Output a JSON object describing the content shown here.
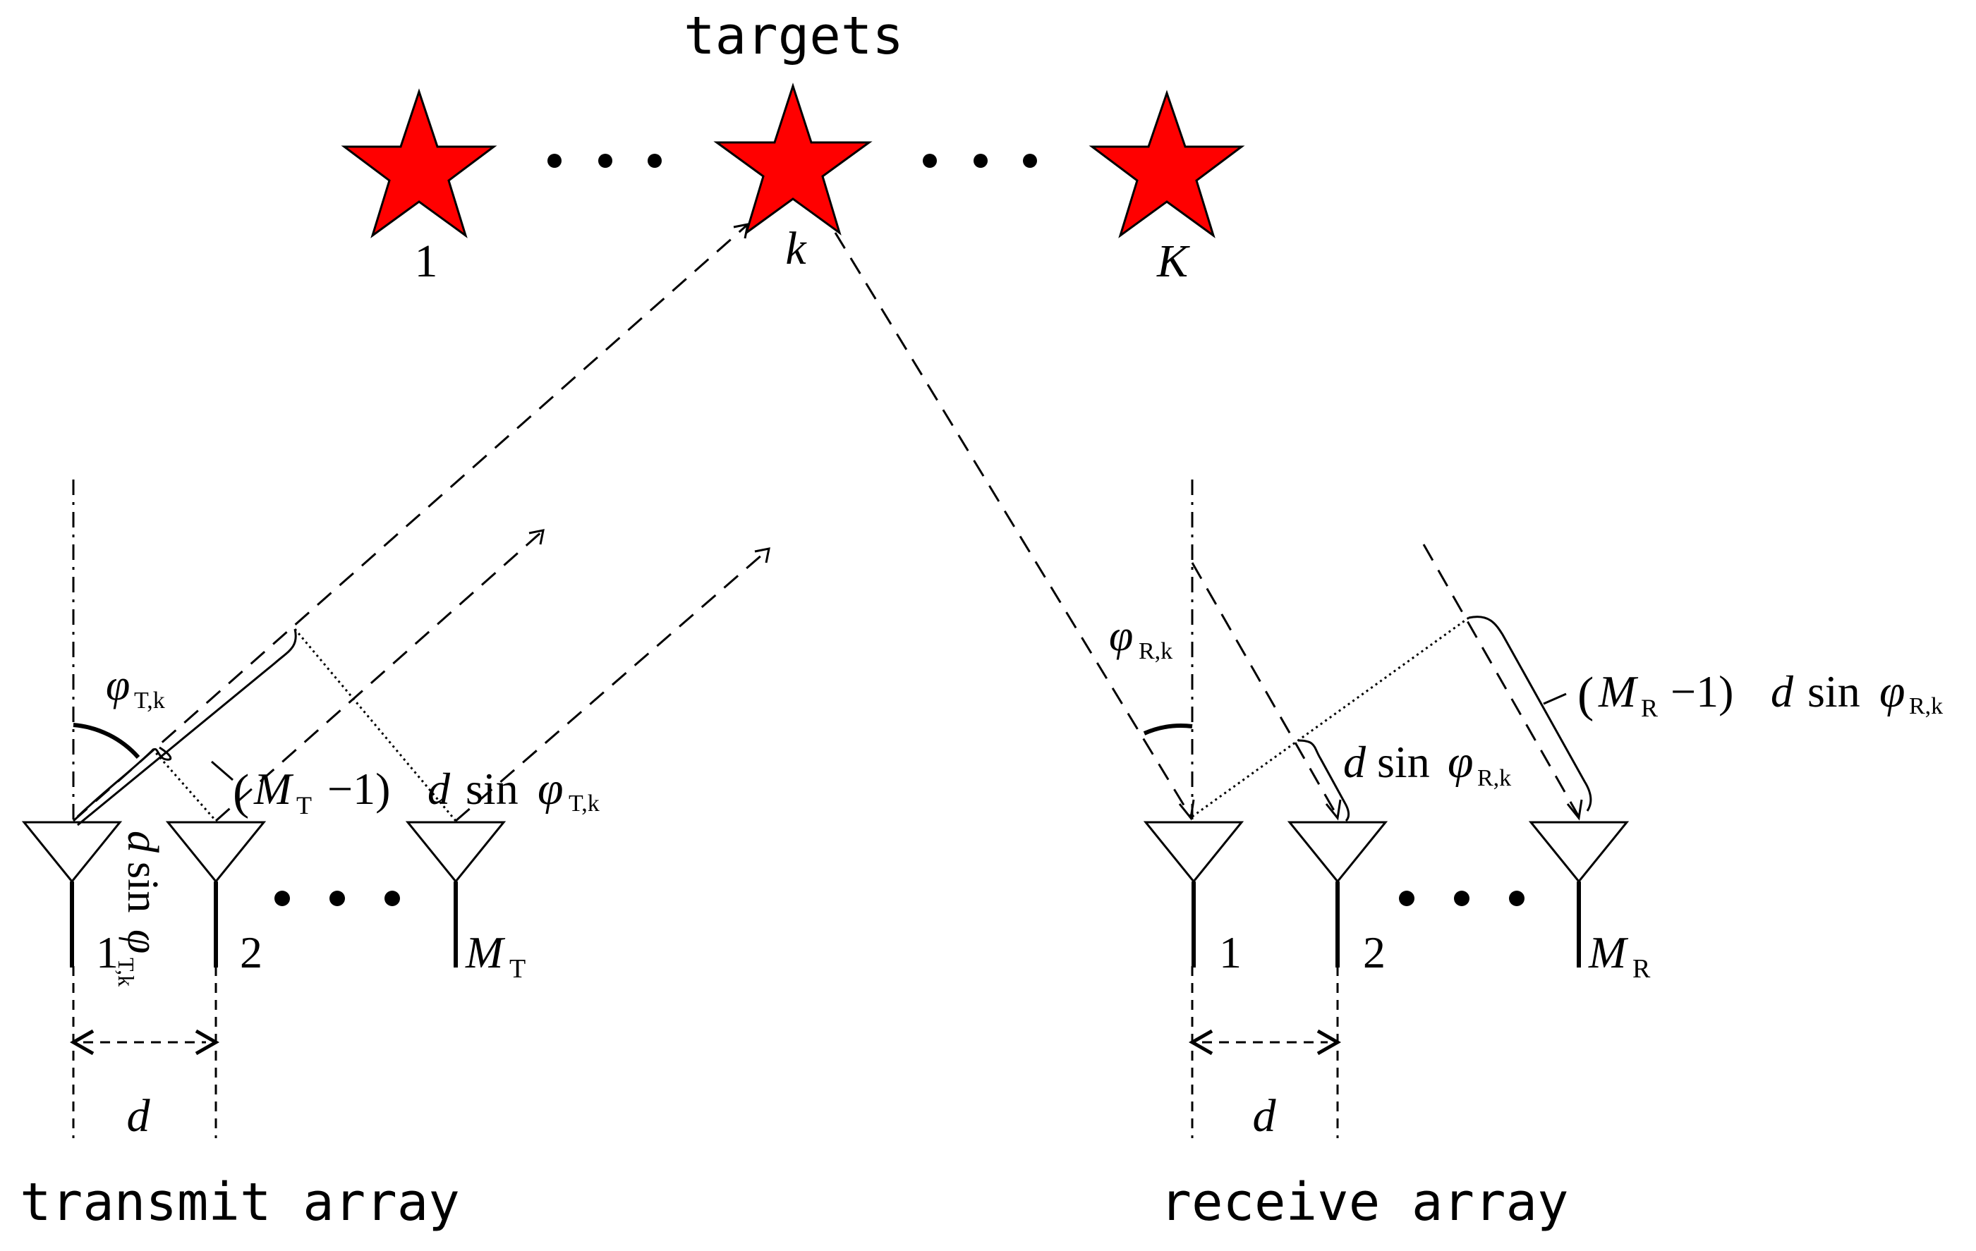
{
  "labels": {
    "targets": "targets",
    "target_1": "1",
    "target_k": "k",
    "target_K": "K",
    "tx_title": "transmit array",
    "rx_title": "receive array",
    "tx_idx_1": "1",
    "tx_idx_2": "2",
    "tx_idx_M": "M",
    "tx_idx_M_sub": "T",
    "rx_idx_1": "1",
    "rx_idx_2": "2",
    "rx_idx_M": "M",
    "rx_idx_M_sub": "R",
    "d_tx": "d",
    "d_rx": "d",
    "phi": "φ",
    "phi_sub_T": "T,k",
    "phi_sub_R": "R,k",
    "tx_path_open": "(",
    "tx_path_M": "M",
    "tx_path_M_sub": "T",
    "tx_path_minus": "−1)",
    "tx_path_d": "d",
    "tx_path_sin": "sin",
    "tx_dsin_d": "d",
    "tx_dsin_sin": "sin",
    "rx_dsin_d": "d",
    "rx_dsin_sin": "sin",
    "rx_path_open": "(",
    "rx_path_M": "M",
    "rx_path_M_sub": "R",
    "rx_path_minus": "−1)",
    "rx_path_d": "d",
    "rx_path_sin": "sin"
  },
  "colors": {
    "star_fill": "#ff0000",
    "stroke": "#000000",
    "background": "#ffffff"
  }
}
